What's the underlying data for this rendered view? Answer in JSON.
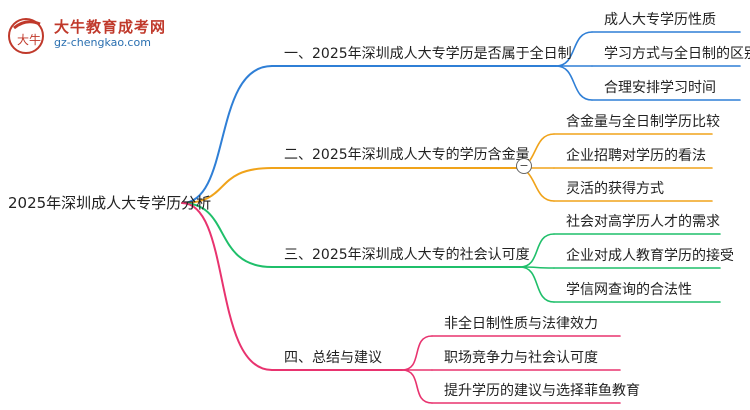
{
  "logo": {
    "name": "大牛教育成考网",
    "url": "gz-chengkao.com",
    "mark_text": "大牛"
  },
  "root": {
    "label": "2025年深圳成人大专学历分析"
  },
  "branches": [
    {
      "label": "一、2025年深圳成人大专学历是否属于全日制",
      "color": "#2f7fd6",
      "children": [
        "成人大专学历性质",
        "学习方式与全日制的区别",
        "合理安排学习时间"
      ]
    },
    {
      "label": "二、2025年深圳成人大专的学历含金量",
      "color": "#f0a31a",
      "collapse_symbol": "−",
      "children": [
        "含金量与全日制学历比较",
        "企业招聘对学历的看法",
        "灵活的获得方式"
      ]
    },
    {
      "label": "三、2025年深圳成人大专的社会认可度",
      "color": "#1fbf6a",
      "children": [
        "社会对高学历人才的需求",
        "企业对成人教育学历的接受",
        "学信网查询的合法性"
      ]
    },
    {
      "label": "四、总结与建议",
      "color": "#e8336f",
      "children": [
        "非全日制性质与法律效力",
        "职场竞争力与社会认可度",
        "提升学历的建议与选择菲鱼教育"
      ]
    }
  ]
}
